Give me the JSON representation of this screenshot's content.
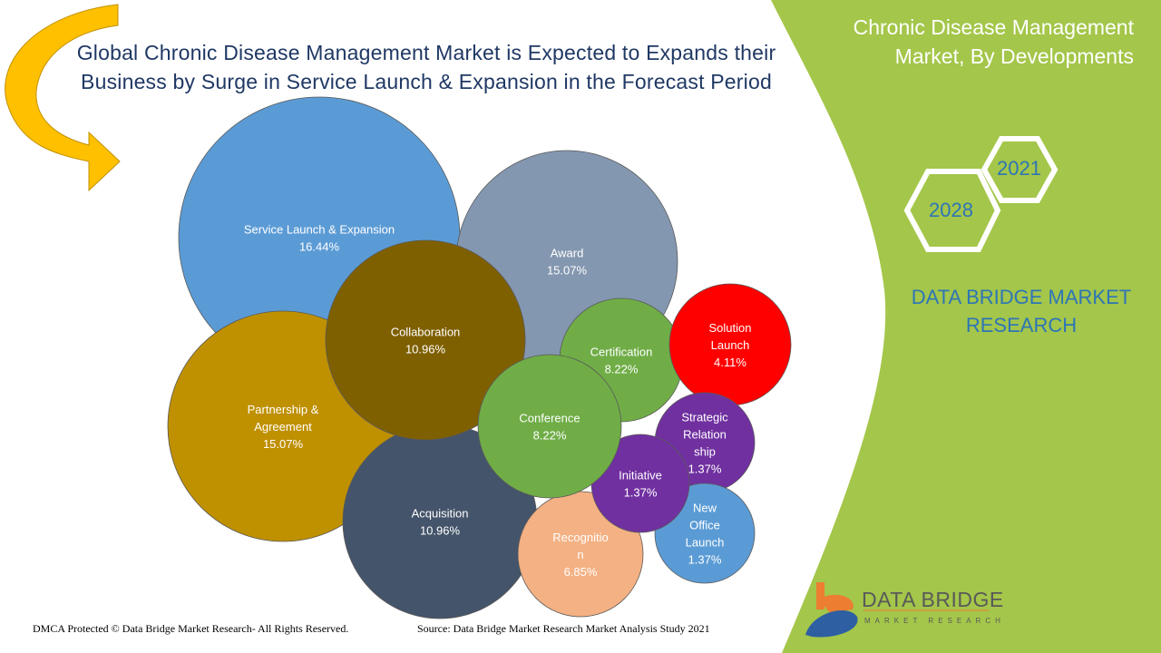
{
  "header": {
    "title_line1": "Global Chronic Disease Management Market is Expected to Expands their",
    "title_line2": "Business by Surge in Service  Launch & Expansion in the Forecast Period"
  },
  "side": {
    "title_line1": "Chronic Disease Management",
    "title_line2": "Market, By Developments",
    "year_start": "2021",
    "year_end": "2028",
    "brand_line1": "DATA BRIDGE MARKET",
    "brand_line2": "RESEARCH"
  },
  "logo": {
    "name": "DATA BRIDGE",
    "sub": "MARKET RESEARCH"
  },
  "footer": {
    "left": "DMCA Protected © Data Bridge Market Research- All Rights Reserved.",
    "right": "Source: Data Bridge Market Research Market Analysis Study 2021"
  },
  "colors": {
    "green": "#a4c64a",
    "arrow": "#ffc000"
  },
  "chart_data": {
    "type": "bubble",
    "title": "Chronic Disease Management Market, By Developments",
    "unit": "%",
    "series": [
      {
        "name": "Service Launch & Expansion",
        "lines": [
          "Service Launch & Expansion"
        ],
        "value": 16.44,
        "label": "16.44%",
        "color": "#5b9bd5"
      },
      {
        "name": "Award",
        "lines": [
          "Award"
        ],
        "value": 15.07,
        "label": "15.07%",
        "color": "#8497b0"
      },
      {
        "name": "Partnership & Agreement",
        "lines": [
          "Partnership &",
          "Agreement"
        ],
        "value": 15.07,
        "label": "15.07%",
        "color": "#bf9000"
      },
      {
        "name": "Acquisition",
        "lines": [
          "Acquisition"
        ],
        "value": 10.96,
        "label": "10.96%",
        "color": "#44546a"
      },
      {
        "name": "Collaboration",
        "lines": [
          "Collaboration"
        ],
        "value": 10.96,
        "label": "10.96%",
        "color": "#7f6000"
      },
      {
        "name": "Certification",
        "lines": [
          "Certification"
        ],
        "value": 8.22,
        "label": "8.22%",
        "color": "#70ad47"
      },
      {
        "name": "Solution Launch",
        "lines": [
          "Solution",
          "Launch"
        ],
        "value": 4.11,
        "label": "4.11%",
        "color": "#ff0000"
      },
      {
        "name": "Strategic Relationship",
        "lines": [
          "Strategic",
          "Relation",
          "ship"
        ],
        "value": 1.37,
        "label": "1.37%",
        "color": "#7030a0"
      },
      {
        "name": "New Office Launch",
        "lines": [
          "New",
          "Office",
          "Launch"
        ],
        "value": 1.37,
        "label": "1.37%",
        "color": "#5b9bd5"
      },
      {
        "name": "Recognition",
        "lines": [
          "Recognitio",
          "n"
        ],
        "value": 6.85,
        "label": "6.85%",
        "color": "#f4b183"
      },
      {
        "name": "Initiative",
        "lines": [
          "Initiative"
        ],
        "value": 1.37,
        "label": "1.37%",
        "color": "#7030a0"
      },
      {
        "name": "Conference",
        "lines": [
          "Conference"
        ],
        "value": 8.22,
        "label": "8.22%",
        "color": "#70ad47"
      }
    ]
  }
}
